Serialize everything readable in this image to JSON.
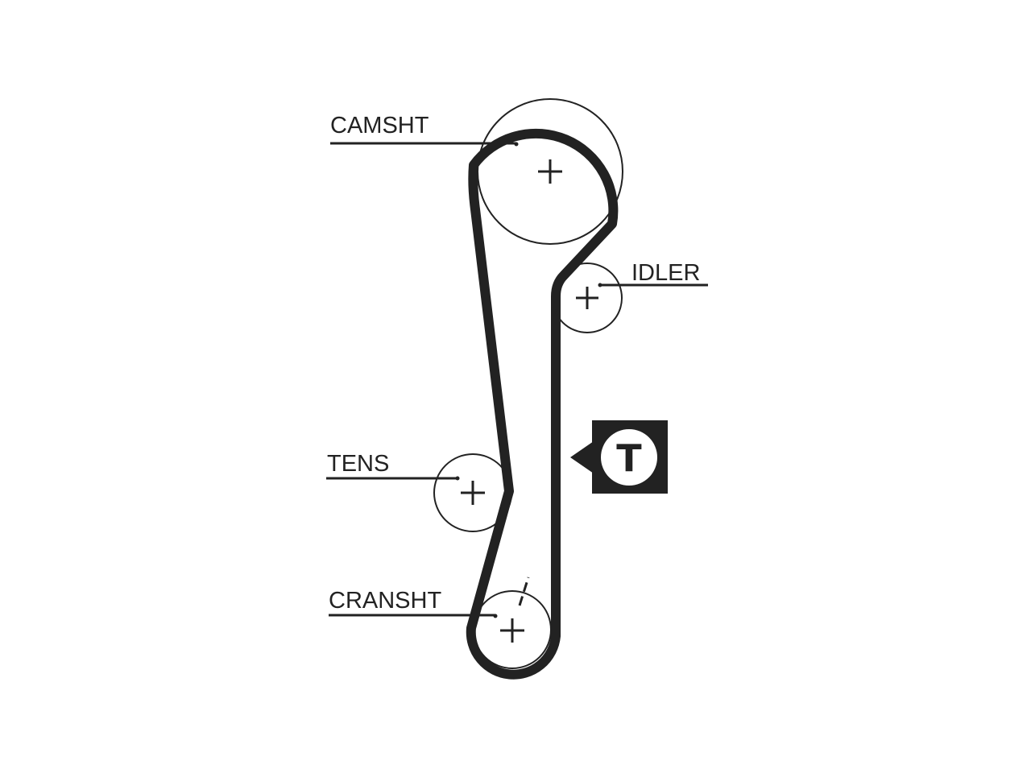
{
  "labels": {
    "camshaft": "CAMSHT",
    "idler": "IDLER",
    "tensioner": "TENS",
    "crankshaft": "CRANSHT"
  },
  "tension_badge": {
    "letter": "T"
  },
  "colors": {
    "belt": "#222222",
    "background": "#ffffff",
    "pulley_outline": "#222222"
  },
  "icons": {
    "pulley_center": "plus-icon",
    "tension_marker": "tension-badge-icon"
  }
}
